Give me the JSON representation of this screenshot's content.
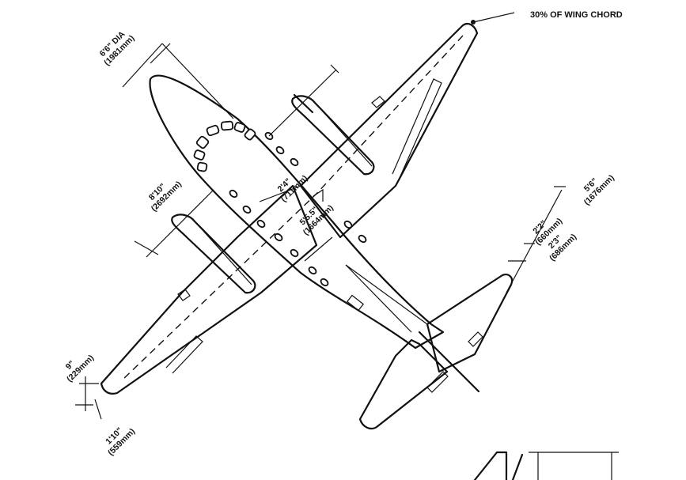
{
  "note": {
    "wing_chord": "30% OF WING CHORD"
  },
  "dimensions": {
    "fuselage_dia_ft": "6'6\" DIA",
    "fuselage_dia_mm": "(1981mm)",
    "prop_dia_ft": "8'10\"",
    "prop_dia_mm": "(2692mm)",
    "nacelle_offset_ft": "2'4\"",
    "nacelle_offset_mm": "(711mm)",
    "wing_root_ft": "5'5.5\"",
    "wing_root_mm": "(1664mm)",
    "tail_span_ft": "5'6\"",
    "tail_span_mm": "(1676mm)",
    "elev_a_ft": "2'2\"",
    "elev_a_mm": "(660mm)",
    "elev_b_ft": "2'3\"",
    "elev_b_mm": "(686mm)",
    "tip_a_ft": "9\"",
    "tip_a_mm": "(229mm)",
    "tip_b_ft": "1'10\"",
    "tip_b_mm": "(559mm)"
  }
}
